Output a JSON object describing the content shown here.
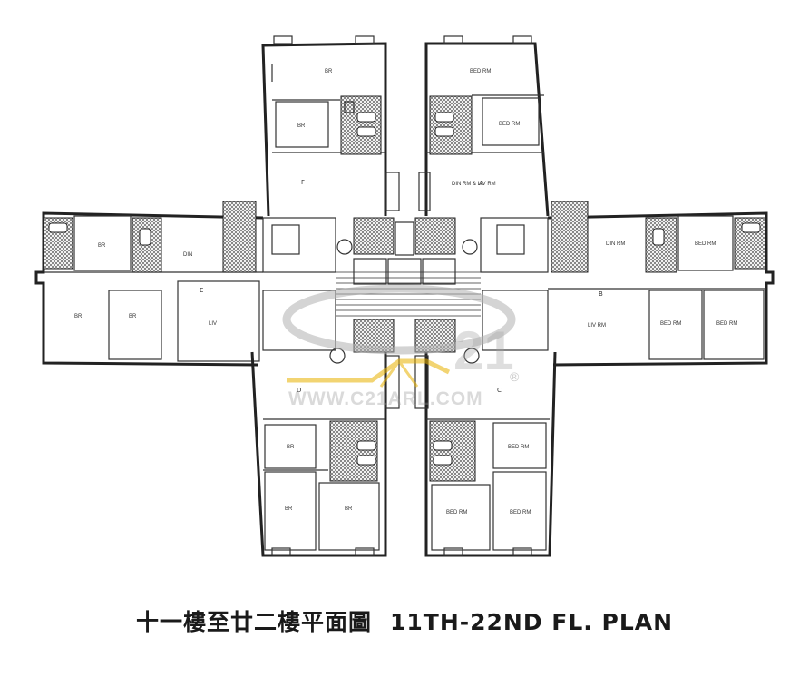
{
  "title_cn": "十一樓至廿二樓平面圖",
  "title_en": "11TH-22ND FL. PLAN",
  "watermark": {
    "brand_number": "21",
    "registered_mark": "®",
    "site": "WWW.C21ARL.COM",
    "accent_color": "#e8b100"
  },
  "unit_labels": {
    "north_west": "F",
    "north_east": "A",
    "west": "E",
    "east": "B",
    "south_west": "D",
    "south_east": "C"
  },
  "room_labels": {
    "bed_room": "BED RM",
    "dining_room": "DIN RM",
    "living_room": "LIV RM",
    "dining_living": "DIN RM & LIV RM"
  }
}
